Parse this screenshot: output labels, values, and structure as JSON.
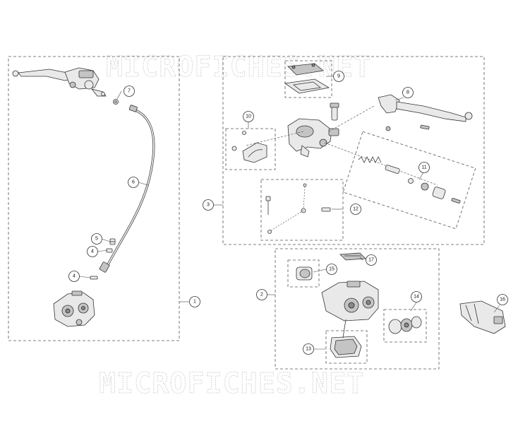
{
  "watermark": {
    "text_top": "MICROFICHES.NET",
    "text_bottom": "MICROFICHES.NET"
  },
  "callouts": {
    "c1": "1",
    "c2": "2",
    "c3": "3",
    "c4a": "4",
    "c4b": "4",
    "c5": "5",
    "c6": "6",
    "c7": "7",
    "c8": "8",
    "c9": "9",
    "c10": "10",
    "c11": "11",
    "c12": "12",
    "c13": "13",
    "c14": "14",
    "c15": "15",
    "c16": "16",
    "c17": "17"
  }
}
